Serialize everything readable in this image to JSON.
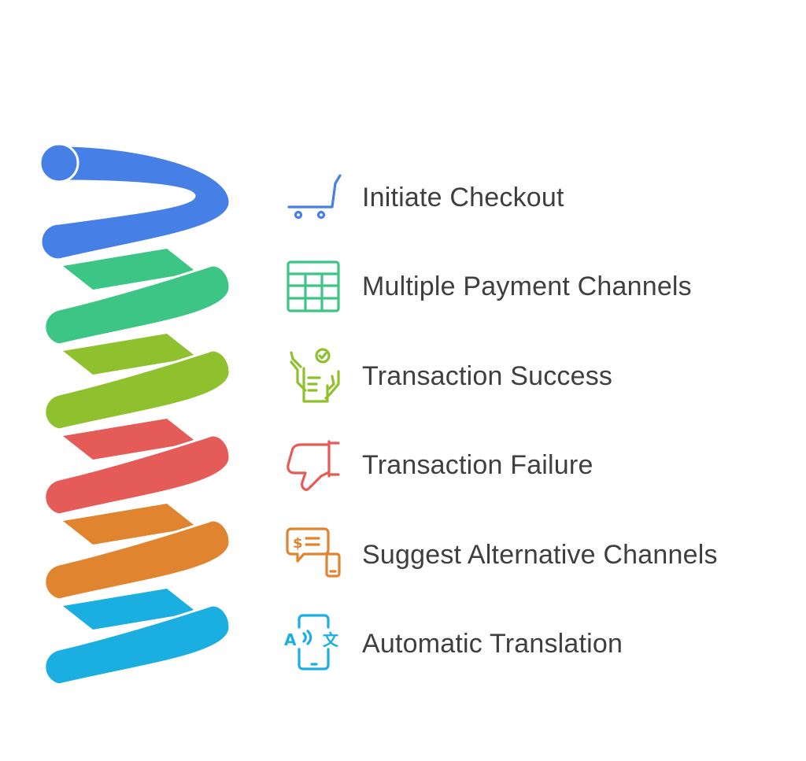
{
  "steps": [
    {
      "label": "Initiate Checkout",
      "icon": "shopping-cart-icon",
      "color": "#4680E6"
    },
    {
      "label": "Multiple Payment Channels",
      "icon": "grid-table-icon",
      "color": "#3CC584"
    },
    {
      "label": "Transaction Success",
      "icon": "approved-document-icon",
      "color": "#8FC12F"
    },
    {
      "label": "Transaction Failure",
      "icon": "thumbs-down-icon",
      "color": "#E45B58"
    },
    {
      "label": "Suggest Alternative Channels",
      "icon": "payment-message-phone-icon",
      "color": "#E0842F"
    },
    {
      "label": "Automatic Translation",
      "icon": "phone-translation-icon",
      "color": "#1AAFE0"
    }
  ]
}
